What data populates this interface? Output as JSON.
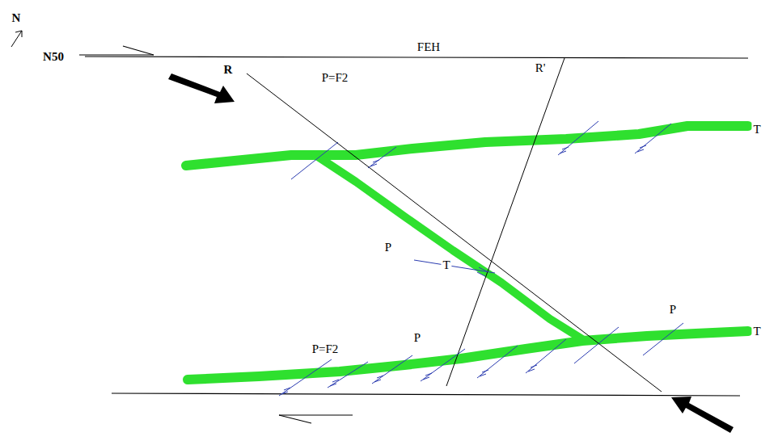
{
  "diagram": {
    "labels": [
      "N",
      "N50",
      "FEH",
      "R",
      "P=F2",
      "R'",
      "T",
      "P",
      "T",
      "P",
      "T",
      "P=F2",
      "P"
    ]
  }
}
